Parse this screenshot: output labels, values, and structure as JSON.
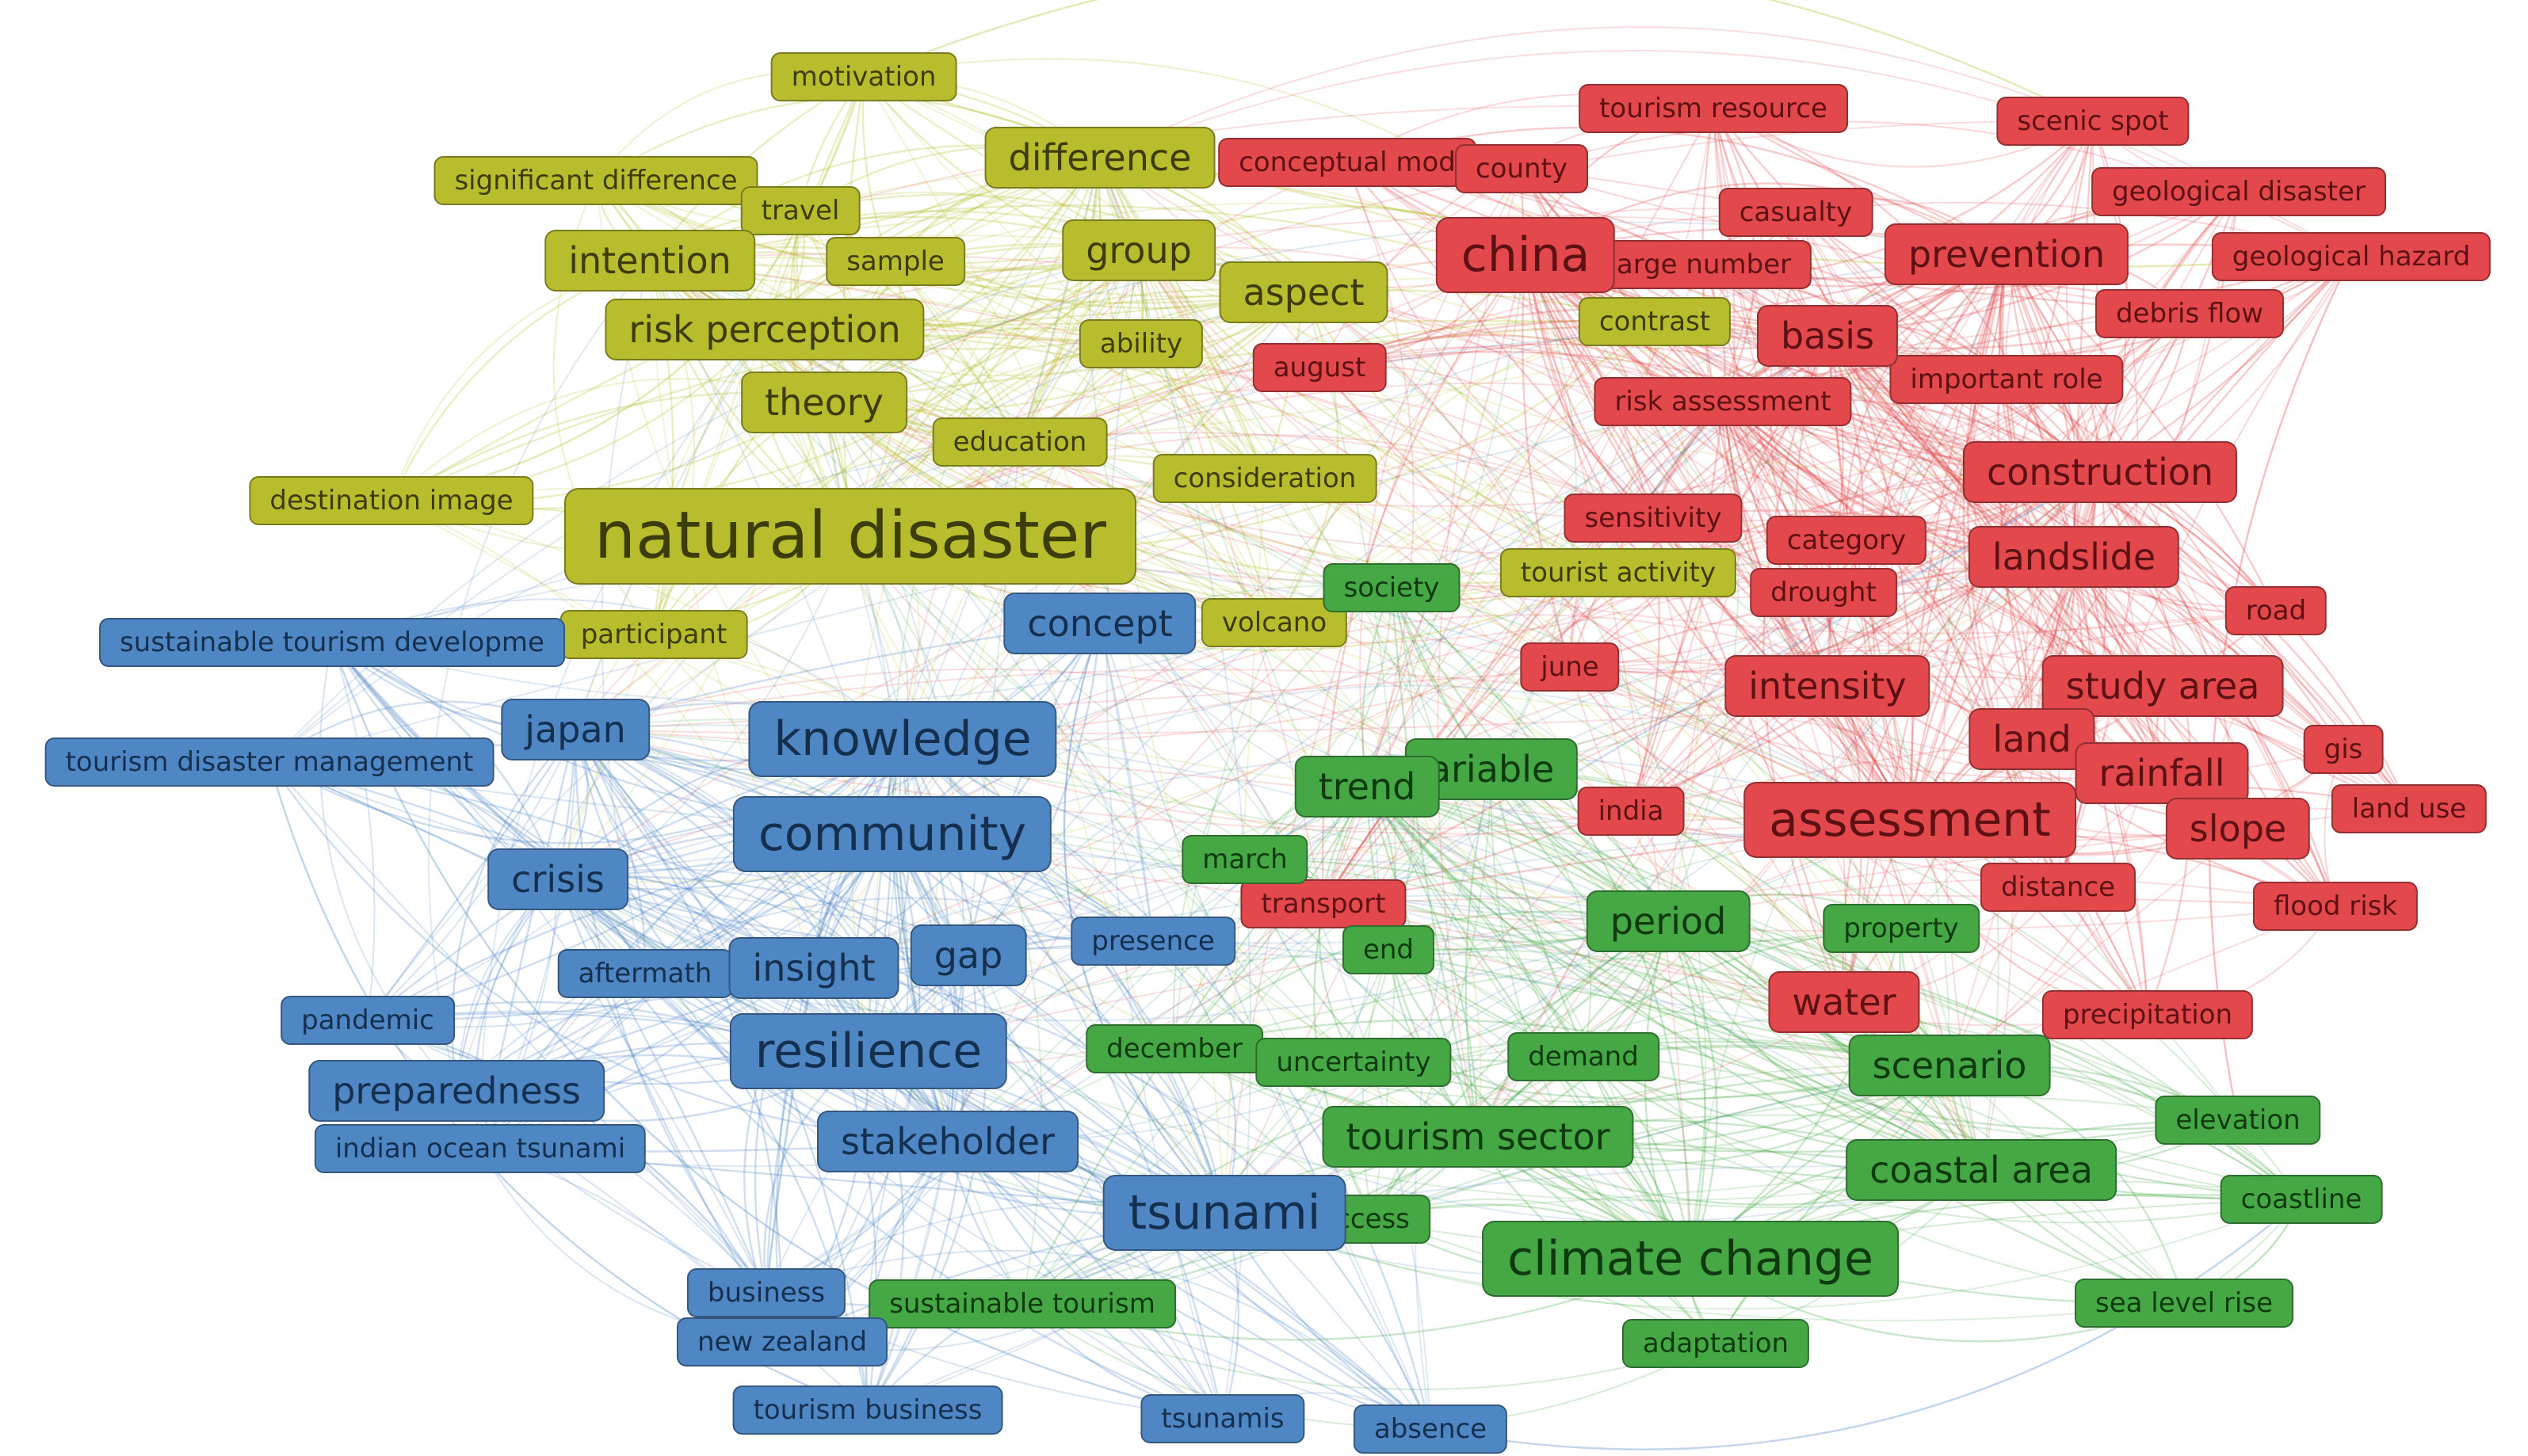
{
  "colors": {
    "red": "#e2484c",
    "yellow": "#b8bd2e",
    "green": "#45a845",
    "blue": "#4f86c4"
  },
  "nodes": [
    {
      "id": "motivation",
      "label": "motivation",
      "cluster": "yellow"
    },
    {
      "id": "significant-difference",
      "label": "significant difference",
      "cluster": "yellow"
    },
    {
      "id": "travel",
      "label": "travel",
      "cluster": "yellow"
    },
    {
      "id": "difference",
      "label": "difference",
      "cluster": "yellow"
    },
    {
      "id": "intention",
      "label": "intention",
      "cluster": "yellow"
    },
    {
      "id": "sample",
      "label": "sample",
      "cluster": "yellow"
    },
    {
      "id": "group",
      "label": "group",
      "cluster": "yellow"
    },
    {
      "id": "aspect",
      "label": "aspect",
      "cluster": "yellow"
    },
    {
      "id": "risk-perception",
      "label": "risk perception",
      "cluster": "yellow"
    },
    {
      "id": "ability",
      "label": "ability",
      "cluster": "yellow"
    },
    {
      "id": "theory",
      "label": "theory",
      "cluster": "yellow"
    },
    {
      "id": "education",
      "label": "education",
      "cluster": "yellow"
    },
    {
      "id": "consideration",
      "label": "consideration",
      "cluster": "yellow"
    },
    {
      "id": "destination-image",
      "label": "destination image",
      "cluster": "yellow"
    },
    {
      "id": "natural-disaster",
      "label": "natural disaster",
      "cluster": "yellow"
    },
    {
      "id": "participant",
      "label": "participant",
      "cluster": "yellow"
    },
    {
      "id": "volcano",
      "label": "volcano",
      "cluster": "yellow"
    },
    {
      "id": "tourist-activity",
      "label": "tourist activity",
      "cluster": "yellow"
    },
    {
      "id": "contrast",
      "label": "contrast",
      "cluster": "yellow"
    },
    {
      "id": "tourism-resource",
      "label": "tourism resource",
      "cluster": "red"
    },
    {
      "id": "scenic-spot",
      "label": "scenic spot",
      "cluster": "red"
    },
    {
      "id": "conceptual-model",
      "label": "conceptual mod",
      "cluster": "red"
    },
    {
      "id": "county",
      "label": "county",
      "cluster": "red"
    },
    {
      "id": "geological-disaster",
      "label": "geological disaster",
      "cluster": "red"
    },
    {
      "id": "casualty",
      "label": "casualty",
      "cluster": "red"
    },
    {
      "id": "china",
      "label": "china",
      "cluster": "red"
    },
    {
      "id": "large-number",
      "label": "arge number",
      "cluster": "red"
    },
    {
      "id": "prevention",
      "label": "prevention",
      "cluster": "red"
    },
    {
      "id": "geological-hazard",
      "label": "geological hazard",
      "cluster": "red"
    },
    {
      "id": "debris-flow",
      "label": "debris flow",
      "cluster": "red"
    },
    {
      "id": "basis",
      "label": "basis",
      "cluster": "red"
    },
    {
      "id": "august",
      "label": "august",
      "cluster": "red"
    },
    {
      "id": "important-role",
      "label": "important role",
      "cluster": "red"
    },
    {
      "id": "risk-assessment",
      "label": "risk assessment",
      "cluster": "red"
    },
    {
      "id": "construction",
      "label": "construction",
      "cluster": "red"
    },
    {
      "id": "sensitivity",
      "label": "sensitivity",
      "cluster": "red"
    },
    {
      "id": "category",
      "label": "category",
      "cluster": "red"
    },
    {
      "id": "landslide",
      "label": "landslide",
      "cluster": "red"
    },
    {
      "id": "drought",
      "label": "drought",
      "cluster": "red"
    },
    {
      "id": "road",
      "label": "road",
      "cluster": "red"
    },
    {
      "id": "june",
      "label": "june",
      "cluster": "red"
    },
    {
      "id": "intensity",
      "label": "intensity",
      "cluster": "red"
    },
    {
      "id": "study-area",
      "label": "study area",
      "cluster": "red"
    },
    {
      "id": "land",
      "label": "land",
      "cluster": "red"
    },
    {
      "id": "gis",
      "label": "gis",
      "cluster": "red"
    },
    {
      "id": "rainfall",
      "label": "rainfall",
      "cluster": "red"
    },
    {
      "id": "india",
      "label": "india",
      "cluster": "red"
    },
    {
      "id": "assessment",
      "label": "assessment",
      "cluster": "red"
    },
    {
      "id": "land-use",
      "label": "land use",
      "cluster": "red"
    },
    {
      "id": "slope",
      "label": "slope",
      "cluster": "red"
    },
    {
      "id": "distance",
      "label": "distance",
      "cluster": "red"
    },
    {
      "id": "transport",
      "label": "transport",
      "cluster": "red"
    },
    {
      "id": "flood-risk",
      "label": "flood risk",
      "cluster": "red"
    },
    {
      "id": "water",
      "label": "water",
      "cluster": "red"
    },
    {
      "id": "precipitation",
      "label": "precipitation",
      "cluster": "red"
    },
    {
      "id": "society",
      "label": "society",
      "cluster": "green"
    },
    {
      "id": "variable",
      "label": "ariable",
      "cluster": "green"
    },
    {
      "id": "trend",
      "label": "trend",
      "cluster": "green"
    },
    {
      "id": "march",
      "label": "march",
      "cluster": "green"
    },
    {
      "id": "period",
      "label": "period",
      "cluster": "green"
    },
    {
      "id": "property",
      "label": "property",
      "cluster": "green"
    },
    {
      "id": "end",
      "label": "end",
      "cluster": "green"
    },
    {
      "id": "december",
      "label": "december",
      "cluster": "green"
    },
    {
      "id": "uncertainty",
      "label": "uncertainty",
      "cluster": "green"
    },
    {
      "id": "demand",
      "label": "demand",
      "cluster": "green"
    },
    {
      "id": "scenario",
      "label": "scenario",
      "cluster": "green"
    },
    {
      "id": "elevation",
      "label": "elevation",
      "cluster": "green"
    },
    {
      "id": "tourism-sector",
      "label": "tourism sector",
      "cluster": "green"
    },
    {
      "id": "coastal-area",
      "label": "coastal area",
      "cluster": "green"
    },
    {
      "id": "coastline",
      "label": "coastline",
      "cluster": "green"
    },
    {
      "id": "access",
      "label": "ccess",
      "cluster": "green"
    },
    {
      "id": "climate-change",
      "label": "climate change",
      "cluster": "green"
    },
    {
      "id": "sustainable-tourism",
      "label": "sustainable tourism",
      "cluster": "green"
    },
    {
      "id": "sea-level-rise",
      "label": "sea level rise",
      "cluster": "green"
    },
    {
      "id": "adaptation",
      "label": "adaptation",
      "cluster": "green"
    },
    {
      "id": "concept",
      "label": "concept",
      "cluster": "blue"
    },
    {
      "id": "sustainable-tourism-development",
      "label": "sustainable tourism developme",
      "cluster": "blue"
    },
    {
      "id": "japan",
      "label": "japan",
      "cluster": "blue"
    },
    {
      "id": "knowledge",
      "label": "knowledge",
      "cluster": "blue"
    },
    {
      "id": "tourism-disaster-management",
      "label": "tourism disaster management",
      "cluster": "blue"
    },
    {
      "id": "community",
      "label": "community",
      "cluster": "blue"
    },
    {
      "id": "crisis",
      "label": "crisis",
      "cluster": "blue"
    },
    {
      "id": "presence",
      "label": "presence",
      "cluster": "blue"
    },
    {
      "id": "aftermath",
      "label": "aftermath",
      "cluster": "blue"
    },
    {
      "id": "insight",
      "label": "insight",
      "cluster": "blue"
    },
    {
      "id": "gap",
      "label": "gap",
      "cluster": "blue"
    },
    {
      "id": "pandemic",
      "label": "pandemic",
      "cluster": "blue"
    },
    {
      "id": "resilience",
      "label": "resilience",
      "cluster": "blue"
    },
    {
      "id": "preparedness",
      "label": "preparedness",
      "cluster": "blue"
    },
    {
      "id": "indian-ocean-tsunami",
      "label": "indian ocean tsunami",
      "cluster": "blue"
    },
    {
      "id": "stakeholder",
      "label": "stakeholder",
      "cluster": "blue"
    },
    {
      "id": "tsunami",
      "label": "tsunami",
      "cluster": "blue"
    },
    {
      "id": "business",
      "label": "business",
      "cluster": "blue"
    },
    {
      "id": "new-zealand",
      "label": "new zealand",
      "cluster": "blue"
    },
    {
      "id": "tourism-business",
      "label": "tourism business",
      "cluster": "blue"
    },
    {
      "id": "tsunamis",
      "label": "tsunamis",
      "cluster": "blue"
    },
    {
      "id": "absence",
      "label": "absence",
      "cluster": "blue"
    }
  ]
}
